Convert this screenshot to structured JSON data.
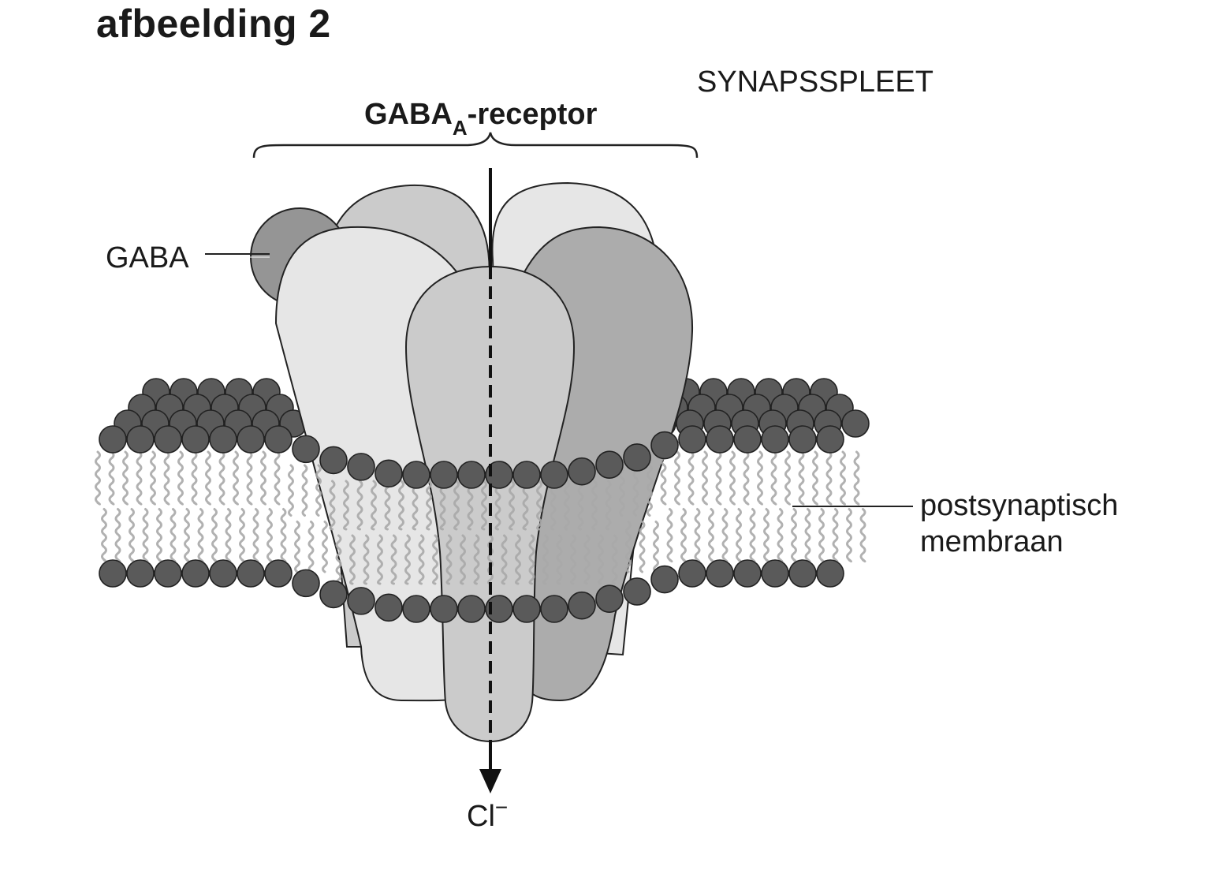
{
  "figure_title": "afbeelding 2",
  "labels": {
    "synapsspleet": "SYNAPSSPLEET",
    "receptor_main": "GABA",
    "receptor_subscript": "A",
    "receptor_suffix": "-receptor",
    "gaba": "GABA",
    "membrane_line1": "postsynaptisch",
    "membrane_line2": "membraan",
    "ion": "Cl",
    "ion_charge": "−"
  },
  "colors": {
    "lipid_head": "#5a5a5a",
    "lipid_tail": "#a8a8a8",
    "subunit_light": "#e6e6e6",
    "subunit_mid": "#cbcbcb",
    "subunit_dark": "#acacac",
    "gaba_molecule": "#959595",
    "outline": "#222222"
  }
}
